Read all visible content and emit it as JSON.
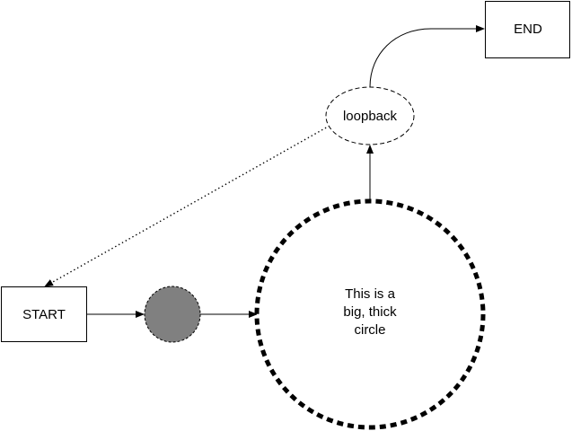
{
  "nodes": {
    "start": {
      "label": "START"
    },
    "end": {
      "label": "END"
    },
    "loopback": {
      "label": "loopback"
    },
    "big_circle": {
      "lines": [
        "This is a",
        "big, thick",
        "circle"
      ]
    },
    "small_circle": {
      "label": ""
    }
  },
  "edges": [
    {
      "from": "start",
      "to": "small_circle",
      "style": "solid"
    },
    {
      "from": "small_circle",
      "to": "big_circle",
      "style": "solid"
    },
    {
      "from": "big_circle",
      "to": "loopback",
      "style": "solid"
    },
    {
      "from": "loopback",
      "to": "end",
      "style": "solid"
    },
    {
      "from": "loopback",
      "to": "start",
      "style": "dotted"
    }
  ],
  "colors": {
    "stroke": "#000000",
    "small_circle_fill": "#808080",
    "background": "#ffffff"
  }
}
